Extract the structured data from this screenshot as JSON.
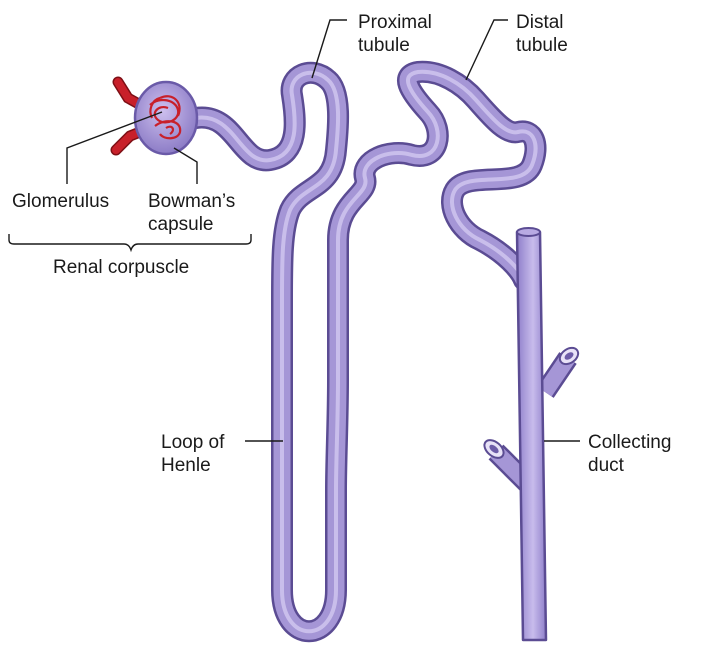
{
  "labels": {
    "proximal": [
      "Proximal",
      "tubule"
    ],
    "distal": [
      "Distal",
      "tubule"
    ],
    "glomerulus": "Glomerulus",
    "bowmans": [
      "Bowman’s",
      "capsule"
    ],
    "renal_corpuscle": "Renal corpuscle",
    "loop": [
      "Loop of",
      "Henle"
    ],
    "collecting": [
      "Collecting",
      "duct"
    ]
  },
  "colors": {
    "tubule_fill": "#a596d6",
    "tubule_outline": "#5b4c93",
    "tubule_highlight": "#cfc5ee",
    "blood_vessel": "#c8202a",
    "label_text": "#1a1a1a"
  }
}
